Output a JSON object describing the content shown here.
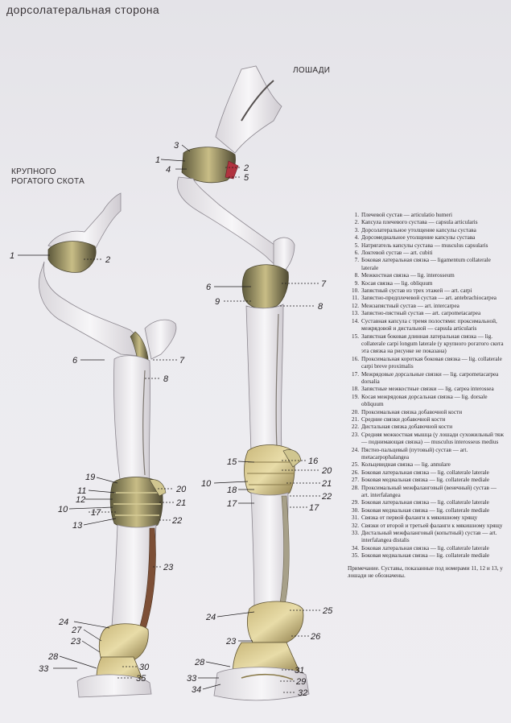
{
  "header": {
    "title": "дорсолатеральная сторона"
  },
  "captions": {
    "horse": "ЛОШАДИ",
    "cattle_line1": "КРУПНОГО",
    "cattle_line2": "РОГАТОГО СКОТА"
  },
  "cattle_labels": {
    "l1": "1",
    "l2": "2",
    "l6": "6",
    "l7": "7",
    "l8": "8",
    "l19": "19",
    "l11": "11",
    "l12": "12",
    "l10": "10",
    "l13": "13",
    "l20": "20",
    "l21": "21",
    "l17": "17",
    "l22": "22",
    "l23": "23",
    "l24": "24",
    "l27": "27",
    "l23b": "23",
    "l28": "28",
    "l33": "33",
    "l30": "30",
    "l35": "35"
  },
  "horse_labels": {
    "l3": "3",
    "l1": "1",
    "l4": "4",
    "l2": "2",
    "l5": "5",
    "l6": "6",
    "l7": "7",
    "l9": "9",
    "l8": "8",
    "l15": "15",
    "l16": "16",
    "l20": "20",
    "l21": "21",
    "l10": "10",
    "l18": "18",
    "l22": "22",
    "l17a": "17",
    "l17b": "17",
    "l24": "24",
    "l25": "25",
    "l23": "23",
    "l26": "26",
    "l28": "28",
    "l31": "31",
    "l33": "33",
    "l29": "29",
    "l34": "34",
    "l32": "32"
  },
  "legend": {
    "items": [
      {
        "n": "1.",
        "t": "Плечевой сустав — articulatio humeri"
      },
      {
        "n": "2.",
        "t": "Капсула плечевого сустава — capsula articularis"
      },
      {
        "n": "3.",
        "t": "Дорсолатеральное утолщение капсулы сустава"
      },
      {
        "n": "4.",
        "t": "Дорсомедиальное утолщение капсулы сустава"
      },
      {
        "n": "5.",
        "t": "Натрягатель капсулы сустава — musculus capsularis"
      },
      {
        "n": "6.",
        "t": "Локтевой сустав — art. cubiti"
      },
      {
        "n": "7.",
        "t": "Боковая латеральная связка — ligamentum collaterale laterale"
      },
      {
        "n": "8.",
        "t": "Межкостная связка — lig. interosseum"
      },
      {
        "n": "9.",
        "t": "Косая связка — lig. obliquum"
      },
      {
        "n": "10.",
        "t": "Запястный сустав из трех этажей — art. carpi"
      },
      {
        "n": "11.",
        "t": "Запястно-предплечевой сустав — art. antebrachiocarpea"
      },
      {
        "n": "12.",
        "t": "Межзапястный сустав — art. intercarpea"
      },
      {
        "n": "13.",
        "t": "Запястно-пястный сустав — art. carpometacarpea"
      },
      {
        "n": "14.",
        "t": "Суставная капсула с тремя полостями: проксимальной, межрядовой и дистальной — capsula articularis"
      },
      {
        "n": "15.",
        "t": "Запястная боковая длинная латеральная связка — lig. collaterale carpi longum laterale (у крупного рогатого скота эта связка на рисунке не показана)"
      },
      {
        "n": "16.",
        "t": "Проксимальная короткая боковая связка — lig. collaterale carpi breve proximalis"
      },
      {
        "n": "17.",
        "t": "Межрядовые дорсальные связки — lig. carpometacarpea dorsalia"
      },
      {
        "n": "18.",
        "t": "Запястные межкостные связки — lig. carpea interossea"
      },
      {
        "n": "19.",
        "t": "Косая межрядовая дорсальная связка — lig. dorsale obliquum"
      },
      {
        "n": "20.",
        "t": "Проксимальная связка добавочной кости"
      },
      {
        "n": "21.",
        "t": "Средние связки добавочной кости"
      },
      {
        "n": "22.",
        "t": "Дистальная связка добавочной кости"
      },
      {
        "n": "23.",
        "t": "Средняя межкостная мышца (у лошади сухожильный тяж — поднимающая связка) — musculus interosseus medius"
      },
      {
        "n": "24.",
        "t": "Пястно-пальцевый (путовый) сустав — art. metacarpophalangea"
      },
      {
        "n": "25.",
        "t": "Кольцевидная связка — lig. annulare"
      },
      {
        "n": "26.",
        "t": "Боковая латеральная связка — lig. collaterale laterale"
      },
      {
        "n": "27.",
        "t": "Боковая медиальная связка — lig. collaterale mediale"
      },
      {
        "n": "28.",
        "t": "Проксимальный межфаланговый (венечный) сустав — art. interfalangea"
      },
      {
        "n": "29.",
        "t": "Боковая латеральная связка — lig. collaterale lateralе"
      },
      {
        "n": "30.",
        "t": "Боковая медиальная связка — lig. collaterale mediale"
      },
      {
        "n": "31.",
        "t": "Связка от первой фаланги к мякишному хрящу"
      },
      {
        "n": "32.",
        "t": "Связки от второй и третьей фаланги к мякишному хрящу"
      },
      {
        "n": "33.",
        "t": "Дистальный межфаланговый (копытный) сустав — art. interfalangea distalis"
      },
      {
        "n": "34.",
        "t": "Боковая латеральная связка — lig. collaterale laterale"
      },
      {
        "n": "35.",
        "t": "Боковая медиальная связка — lig. collaterale mediale"
      }
    ],
    "note": "Примечание. Суставы, показанные под номерами 11, 12 и 13, у лошади не обозначены."
  }
}
